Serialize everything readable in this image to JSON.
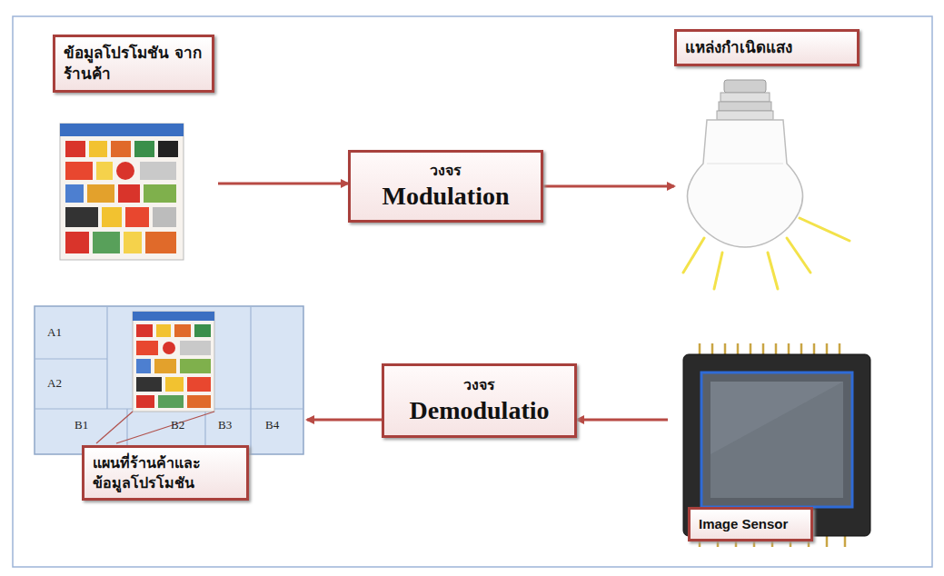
{
  "diagram": {
    "nodes": [
      {
        "text": [
          "ข้อมูลโปรโมชัน จากร้านค้า"
        ]
      },
      {
        "text": [
          "วงจร",
          "Modulation"
        ]
      },
      {
        "text": [
          "แหล่งกำเนิดแสง"
        ]
      },
      {
        "text": [
          "แผนที่ร้านค้าและ ข้อมูลโปรโมชัน"
        ]
      },
      {
        "text": [
          "วงจร",
          "Demodulatio"
        ]
      },
      {
        "text": [
          "Image Sensor"
        ]
      }
    ],
    "edges": [
      {
        "from": 0,
        "to": 1,
        "arrow": "to"
      },
      {
        "from": 1,
        "to": 2,
        "arrow": "to"
      },
      {
        "from": 5,
        "to": 4,
        "arrow": "to"
      },
      {
        "from": 4,
        "to": 3,
        "arrow": "to"
      }
    ],
    "labels": [
      "A1",
      "A2",
      "B1",
      "B2",
      "B3",
      "B4"
    ]
  }
}
